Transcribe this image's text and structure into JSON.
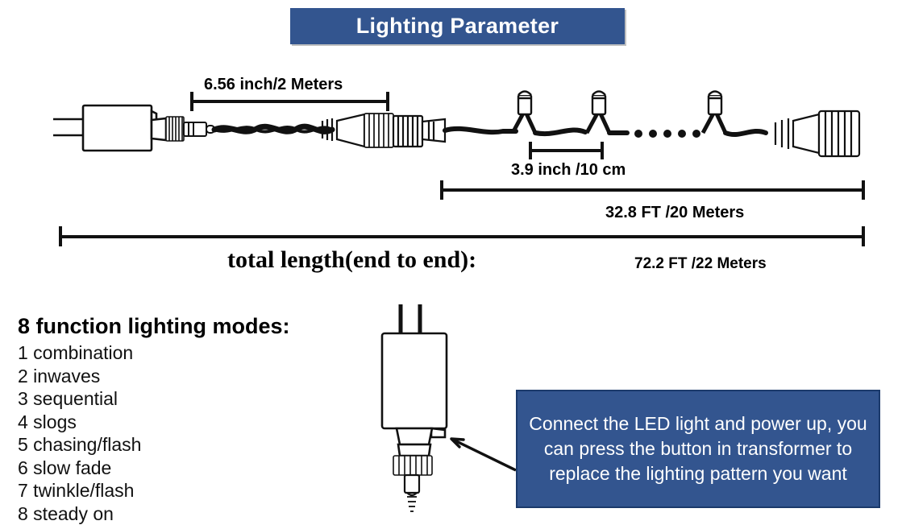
{
  "banner": {
    "title": "Lighting Parameter"
  },
  "dimensions": {
    "segment_lead": "6.56 inch/2 Meters",
    "bulb_spacing": "3.9 inch /10 cm",
    "light_string": "32.8 FT /20 Meters",
    "total_label": "total length(end to end):",
    "total_value": "72.2 FT /22 Meters"
  },
  "modes": {
    "heading": "8 function lighting modes:",
    "items": [
      "1 combination",
      "2 inwaves",
      "3 sequential",
      "4 slogs",
      "5 chasing/flash",
      "6 slow fade",
      "7 twinkle/flash",
      "8 steady on"
    ]
  },
  "callout": {
    "text": "Connect the LED light and power up, you can press the button in transformer to replace the lighting pattern you want"
  },
  "colors": {
    "accent_blue": "#33558f",
    "callout_border": "#1b3a6b",
    "line_black": "#111111",
    "page_background": "#ffffff"
  }
}
